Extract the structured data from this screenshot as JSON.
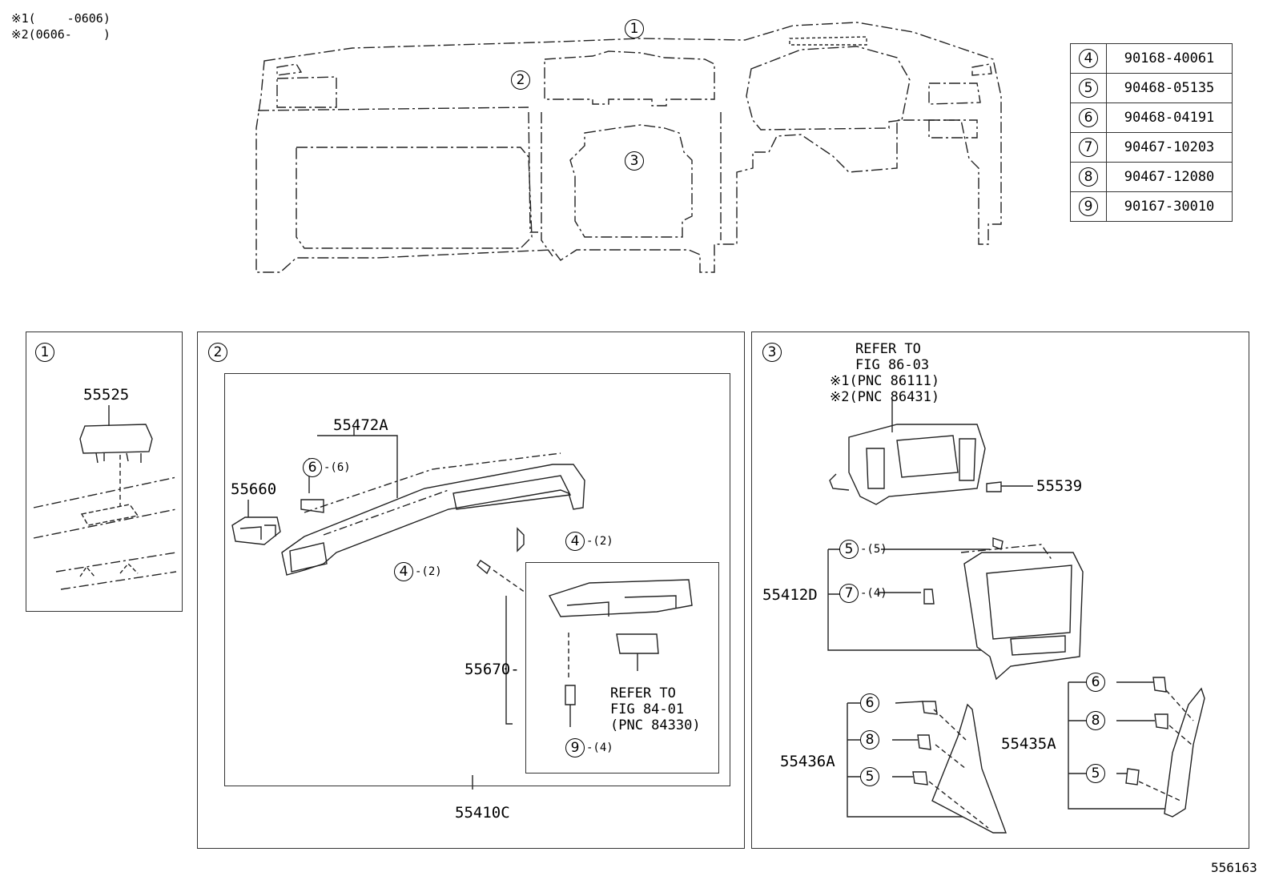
{
  "notes": {
    "n1": "※1(　 　-0606)",
    "n2": "※2(0606-　 　)"
  },
  "overview": {
    "c1": "1",
    "c2": "2",
    "c3": "3"
  },
  "parts_table": [
    {
      "ref": "4",
      "part": "90168-40061"
    },
    {
      "ref": "5",
      "part": "90468-05135"
    },
    {
      "ref": "6",
      "part": "90468-04191"
    },
    {
      "ref": "7",
      "part": "90467-10203"
    },
    {
      "ref": "8",
      "part": "90467-12080"
    },
    {
      "ref": "9",
      "part": "90167-30010"
    }
  ],
  "panel1": {
    "num": "1",
    "part": "55525"
  },
  "panel2": {
    "num": "2",
    "p55472a": "55472A",
    "p55660": "55660",
    "p55670": "55670-",
    "p55410c": "55410C",
    "c6": "6",
    "q6": "-(6)",
    "c4a": "4",
    "q4a": "-(2)",
    "c4b": "4",
    "q4b": "-(2)",
    "c9": "9",
    "q9": "-(4)",
    "ref_lines": [
      "REFER TO",
      "FIG 84-01",
      "(PNC 84330)"
    ]
  },
  "panel3": {
    "num": "3",
    "ref_lines": [
      "REFER TO",
      "FIG 86-03",
      "※1(PNC 86111)",
      "※2(PNC 86431)"
    ],
    "p55539": "55539",
    "p55412d": "55412D",
    "p55436a": "55436A",
    "p55435a": "55435A",
    "c5a": "5",
    "q5a": "-(5)",
    "c7": "7",
    "q7": "-(4)",
    "c6l": "6",
    "c8l": "8",
    "c5l": "5",
    "c6r": "6",
    "c8r": "8",
    "c5r": "5"
  },
  "figure_id": "556163"
}
